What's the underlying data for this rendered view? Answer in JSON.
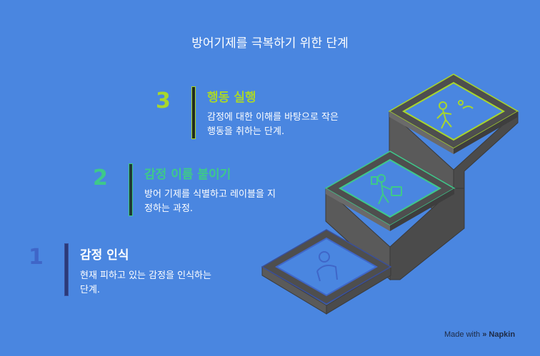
{
  "title": "방어기제를 극복하기 위한 단계",
  "steps": [
    {
      "number": "1",
      "heading": "감정 인식",
      "desc_line1": "현재 피하고 있는 감정을 인식하는",
      "desc_line2": "단계.",
      "color": "#3a4f9a",
      "icon": "person-reflecting-icon"
    },
    {
      "number": "2",
      "heading": "감정 이름 붙이기",
      "desc_line1": "방어 기제를 식별하고 레이블을 지",
      "desc_line2": "정하는 과정.",
      "color": "#3ec98a",
      "icon": "person-labeling-icon"
    },
    {
      "number": "3",
      "heading": "행동 실행",
      "desc_line1": "감정에 대한 이해를 바탕으로 작은",
      "desc_line2": "행동을 취하는 단계.",
      "color": "#a8d62c",
      "icon": "person-walking-icon"
    }
  ],
  "brand": {
    "made_with": "Made with",
    "name": "Napkin",
    "icon": "napkin-logo-icon"
  }
}
